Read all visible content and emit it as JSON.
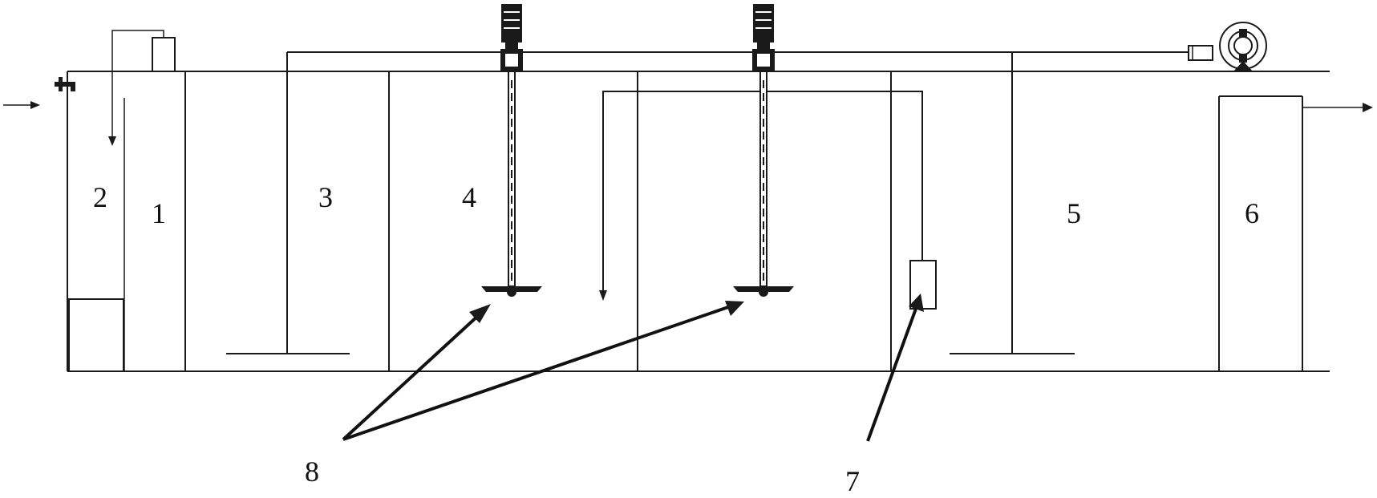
{
  "labels": {
    "l1": "1",
    "l2": "2",
    "l3": "3",
    "l4": "4",
    "l5": "5",
    "l6": "6",
    "l7": "7",
    "l8": "8"
  },
  "icons": {
    "motor": "motor-icon",
    "blower": "blower-icon",
    "impeller": "impeller-icon",
    "faucet": "faucet-icon"
  },
  "colors": {
    "line": "#1a1a1a",
    "background": "#ffffff"
  }
}
